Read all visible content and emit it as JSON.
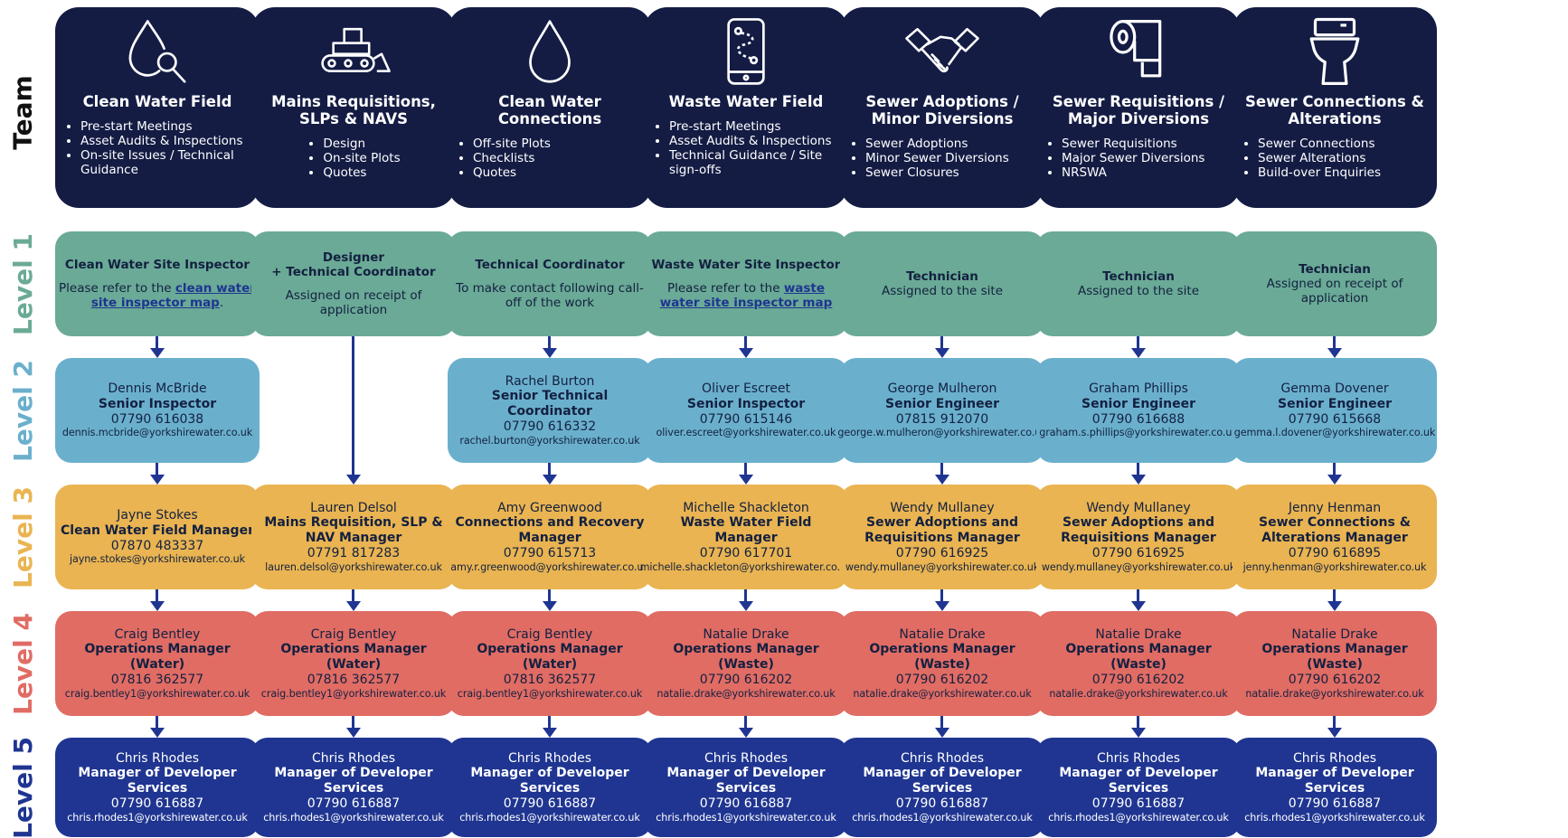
{
  "row_labels": {
    "team": "Team",
    "l1": "Level 1",
    "l2": "Level 2",
    "l3": "Level 3",
    "l4": "Level 4",
    "l5": "Level 5"
  },
  "colors": {
    "team_bg": "#141c44",
    "level1": "#6aaa96",
    "level2": "#6ab0cd",
    "level3": "#e9b451",
    "level4": "#e06c64",
    "level5": "#1f3591"
  },
  "columns": [
    {
      "icon": "water-drop-magnifier-icon",
      "team": {
        "title": "Clean Water Field",
        "bullets": [
          "Pre-start Meetings",
          "Asset Audits & Inspections",
          "On-site Issues / Technical Guidance"
        ]
      },
      "l1": {
        "role": "Clean Water Site Inspector",
        "pre": "Please refer to the ",
        "link": "clean water site inspector map",
        "post": "."
      },
      "l2": {
        "name": "Dennis McBride",
        "role": "Senior Inspector",
        "phone": "07790 616038",
        "email": "dennis.mcbride@yorkshirewater.co.uk"
      },
      "l3": {
        "name": "Jayne Stokes",
        "role": "Clean Water Field Manager",
        "phone": "07870 483337",
        "email": "jayne.stokes@yorkshirewater.co.uk"
      },
      "l4": {
        "name": "Craig Bentley",
        "role": "Operations Manager (Water)",
        "phone": "07816 362577",
        "email": "craig.bentley1@yorkshirewater.co.uk"
      },
      "l5": {
        "name": "Chris Rhodes",
        "role": "Manager of Developer Services",
        "phone": "07790 616887",
        "email": "chris.rhodes1@yorkshirewater.co.uk"
      }
    },
    {
      "icon": "bulldozer-icon",
      "team": {
        "title": "Mains Requisitions, SLPs & NAVS",
        "bullets": [
          "Design",
          "On-site Plots",
          "Quotes"
        ]
      },
      "l1": {
        "role": "Designer\n+ Technical Coordinator",
        "sub": "Assigned on receipt of application"
      },
      "l2": null,
      "l3": {
        "name": "Lauren Delsol",
        "role": "Mains Requisition, SLP & NAV Manager",
        "phone": "07791 817283",
        "email": "lauren.delsol@yorkshirewater.co.uk"
      },
      "l4": {
        "name": "Craig Bentley",
        "role": "Operations Manager (Water)",
        "phone": "07816 362577",
        "email": "craig.bentley1@yorkshirewater.co.uk"
      },
      "l5": {
        "name": "Chris Rhodes",
        "role": "Manager of Developer Services",
        "phone": "07790 616887",
        "email": "chris.rhodes1@yorkshirewater.co.uk"
      }
    },
    {
      "icon": "water-drop-icon",
      "team": {
        "title": "Clean Water Connections",
        "bullets": [
          "Off-site Plots",
          "Checklists",
          "Quotes"
        ]
      },
      "l1": {
        "role": "Technical Coordinator",
        "sub": "To make contact following call-off of the work"
      },
      "l2": {
        "name": "Rachel Burton",
        "role": "Senior Technical Coordinator",
        "phone": "07790 616332",
        "email": "rachel.burton@yorkshirewater.co.uk"
      },
      "l3": {
        "name": "Amy Greenwood",
        "role": "Connections and Recovery Manager",
        "phone": "07790 615713",
        "email": "amy.r.greenwood@yorkshirewater.co.uk"
      },
      "l4": {
        "name": "Craig Bentley",
        "role": "Operations Manager (Water)",
        "phone": "07816 362577",
        "email": "craig.bentley1@yorkshirewater.co.uk"
      },
      "l5": {
        "name": "Chris Rhodes",
        "role": "Manager of Developer Services",
        "phone": "07790 616887",
        "email": "chris.rhodes1@yorkshirewater.co.uk"
      }
    },
    {
      "icon": "phone-map-route-icon",
      "team": {
        "title": "Waste Water Field",
        "bullets": [
          "Pre-start Meetings",
          "Asset Audits & Inspections",
          "Technical Guidance / Site sign-offs"
        ]
      },
      "l1": {
        "role": "Waste Water Site Inspector",
        "pre": "Please refer to the ",
        "link": "waste water site inspector map",
        "post": ""
      },
      "l2": {
        "name": "Oliver Escreet",
        "role": "Senior Inspector",
        "phone": "07790 615146",
        "email": "oliver.escreet@yorkshirewater.co.uk"
      },
      "l3": {
        "name": "Michelle Shackleton",
        "role": "Waste Water Field Manager",
        "phone": "07790 617701",
        "email": "michelle.shackleton@yorkshirewater.co.uk"
      },
      "l4": {
        "name": "Natalie Drake",
        "role": "Operations Manager (Waste)",
        "phone": "07790 616202",
        "email": "natalie.drake@yorkshirewater.co.uk"
      },
      "l5": {
        "name": "Chris Rhodes",
        "role": "Manager of Developer Services",
        "phone": "07790 616887",
        "email": "chris.rhodes1@yorkshirewater.co.uk"
      }
    },
    {
      "icon": "handshake-icon",
      "team": {
        "title": "Sewer Adoptions / Minor Diversions",
        "bullets": [
          "Sewer Adoptions",
          "Minor Sewer Diversions",
          "Sewer Closures"
        ]
      },
      "l1": {
        "role": "Technician",
        "sub": "Assigned to the site"
      },
      "l2": {
        "name": "George Mulheron",
        "role": "Senior Engineer",
        "phone": "07815 912070",
        "email": "george.w.mulheron@yorkshirewater.co.uk"
      },
      "l3": {
        "name": "Wendy Mullaney",
        "role": "Sewer Adoptions and Requisitions Manager",
        "phone": "07790 616925",
        "email": "wendy.mullaney@yorkshirewater.co.uk"
      },
      "l4": {
        "name": "Natalie Drake",
        "role": "Operations Manager (Waste)",
        "phone": "07790 616202",
        "email": "natalie.drake@yorkshirewater.co.uk"
      },
      "l5": {
        "name": "Chris Rhodes",
        "role": "Manager of Developer Services",
        "phone": "07790 616887",
        "email": "chris.rhodes1@yorkshirewater.co.uk"
      }
    },
    {
      "icon": "toilet-roll-icon",
      "team": {
        "title": "Sewer Requisitions / Major Diversions",
        "bullets": [
          "Sewer Requisitions",
          "Major Sewer Diversions",
          "NRSWA"
        ]
      },
      "l1": {
        "role": "Technician",
        "sub": "Assigned to the site"
      },
      "l2": {
        "name": "Graham Phillips",
        "role": "Senior Engineer",
        "phone": "07790 616688",
        "email": "graham.s.phillips@yorkshirewater.co.uk"
      },
      "l3": {
        "name": "Wendy Mullaney",
        "role": "Sewer Adoptions and Requisitions Manager",
        "phone": "07790 616925",
        "email": "wendy.mullaney@yorkshirewater.co.uk"
      },
      "l4": {
        "name": "Natalie Drake",
        "role": "Operations Manager (Waste)",
        "phone": "07790 616202",
        "email": "natalie.drake@yorkshirewater.co.uk"
      },
      "l5": {
        "name": "Chris Rhodes",
        "role": "Manager of Developer Services",
        "phone": "07790 616887",
        "email": "chris.rhodes1@yorkshirewater.co.uk"
      }
    },
    {
      "icon": "toilet-icon",
      "team": {
        "title": "Sewer Connections & Alterations",
        "bullets": [
          "Sewer Connections",
          "Sewer Alterations",
          "Build-over Enquiries"
        ]
      },
      "l1": {
        "role": "Technician",
        "sub": "Assigned on receipt of application"
      },
      "l2": {
        "name": "Gemma Dovener",
        "role": "Senior Engineer",
        "phone": "07790 615668",
        "email": "gemma.l.dovener@yorkshirewater.co.uk"
      },
      "l3": {
        "name": "Jenny Henman",
        "role": "Sewer Connections & Alterations Manager",
        "phone": "07790 616895",
        "email": "jenny.henman@yorkshirewater.co.uk"
      },
      "l4": {
        "name": "Natalie Drake",
        "role": "Operations Manager (Waste)",
        "phone": "07790 616202",
        "email": "natalie.drake@yorkshirewater.co.uk"
      },
      "l5": {
        "name": "Chris Rhodes",
        "role": "Manager of Developer Services",
        "phone": "07790 616887",
        "email": "chris.rhodes1@yorkshirewater.co.uk"
      }
    }
  ]
}
